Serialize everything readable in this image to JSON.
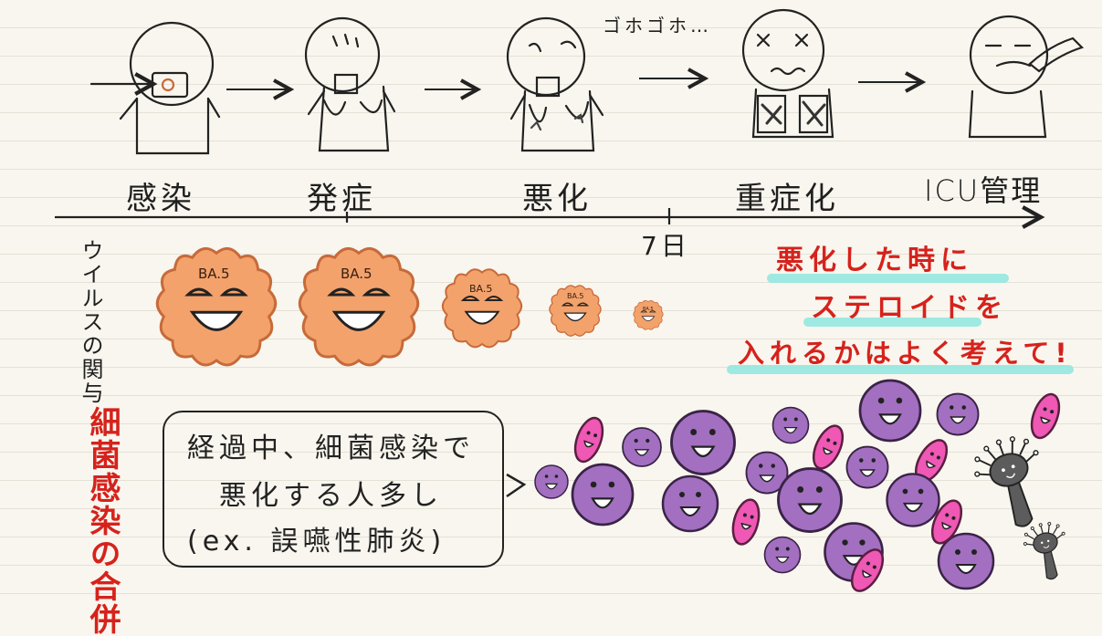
{
  "stages": [
    "感染",
    "発症",
    "悪化",
    "重症化",
    "ICU管理"
  ],
  "cough_sound": "ゴホゴホ…",
  "day_label": "7日",
  "virus": {
    "label": "ウイルスの関与",
    "name": "BA.5",
    "fill_color": "#f3a26c"
  },
  "note_steroid": [
    "悪化した時に",
    "ステロイドを",
    "入れるかはよく考えて!"
  ],
  "note_color": "#d6221c",
  "highlight_color": "#8ee6df",
  "bacteria": {
    "label": "細菌感染の合併",
    "box_lines": [
      "経過中、細菌感染で",
      "悪化する人多し",
      "(ex. 誤嚥性肺炎)"
    ],
    "purple": "#a36fc1",
    "pink": "#ef58b4"
  }
}
